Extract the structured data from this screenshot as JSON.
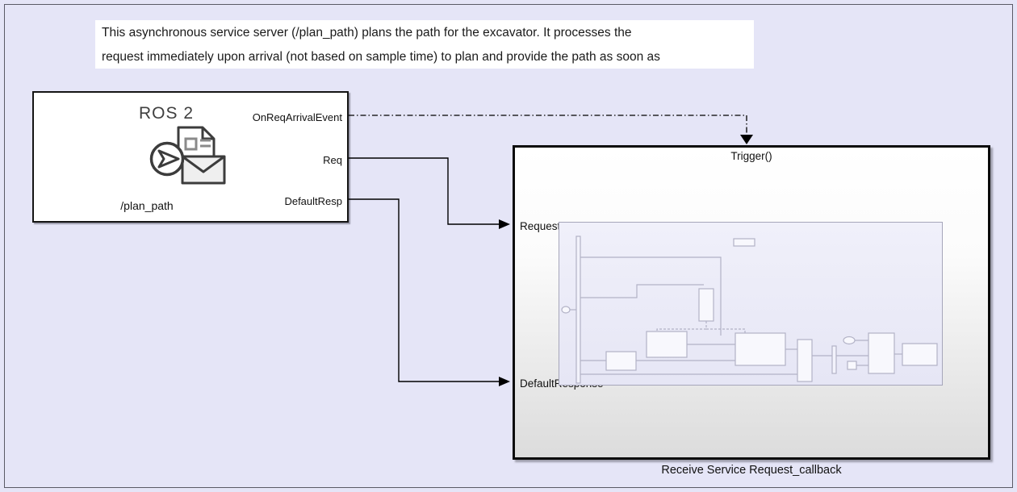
{
  "annotation": {
    "line1": "This asynchronous service server (/plan_path) plans the path for the excavator. It processes the",
    "line2": "request immediately upon arrival (not based on sample time) to plan and provide the path as soon as"
  },
  "ros2_block": {
    "title": "ROS 2",
    "name": "/plan_path",
    "ports": {
      "event": "OnReqArrivalEvent",
      "request": "Req",
      "response": "DefaultResp"
    }
  },
  "subsystem": {
    "trigger_label": "Trigger()",
    "ports": {
      "request": "Request",
      "default_response": "DefaultResponse"
    },
    "name": "Receive Service Request_callback"
  },
  "colors": {
    "canvas_bg": "#e5e5f7",
    "annotation_bg": "#ffffff",
    "block_bg": "#ffffff",
    "block_border": "#141414",
    "wire": "#000000",
    "preview_bg": "#eaeaf8",
    "preview_stroke": "#b2b2c6"
  }
}
